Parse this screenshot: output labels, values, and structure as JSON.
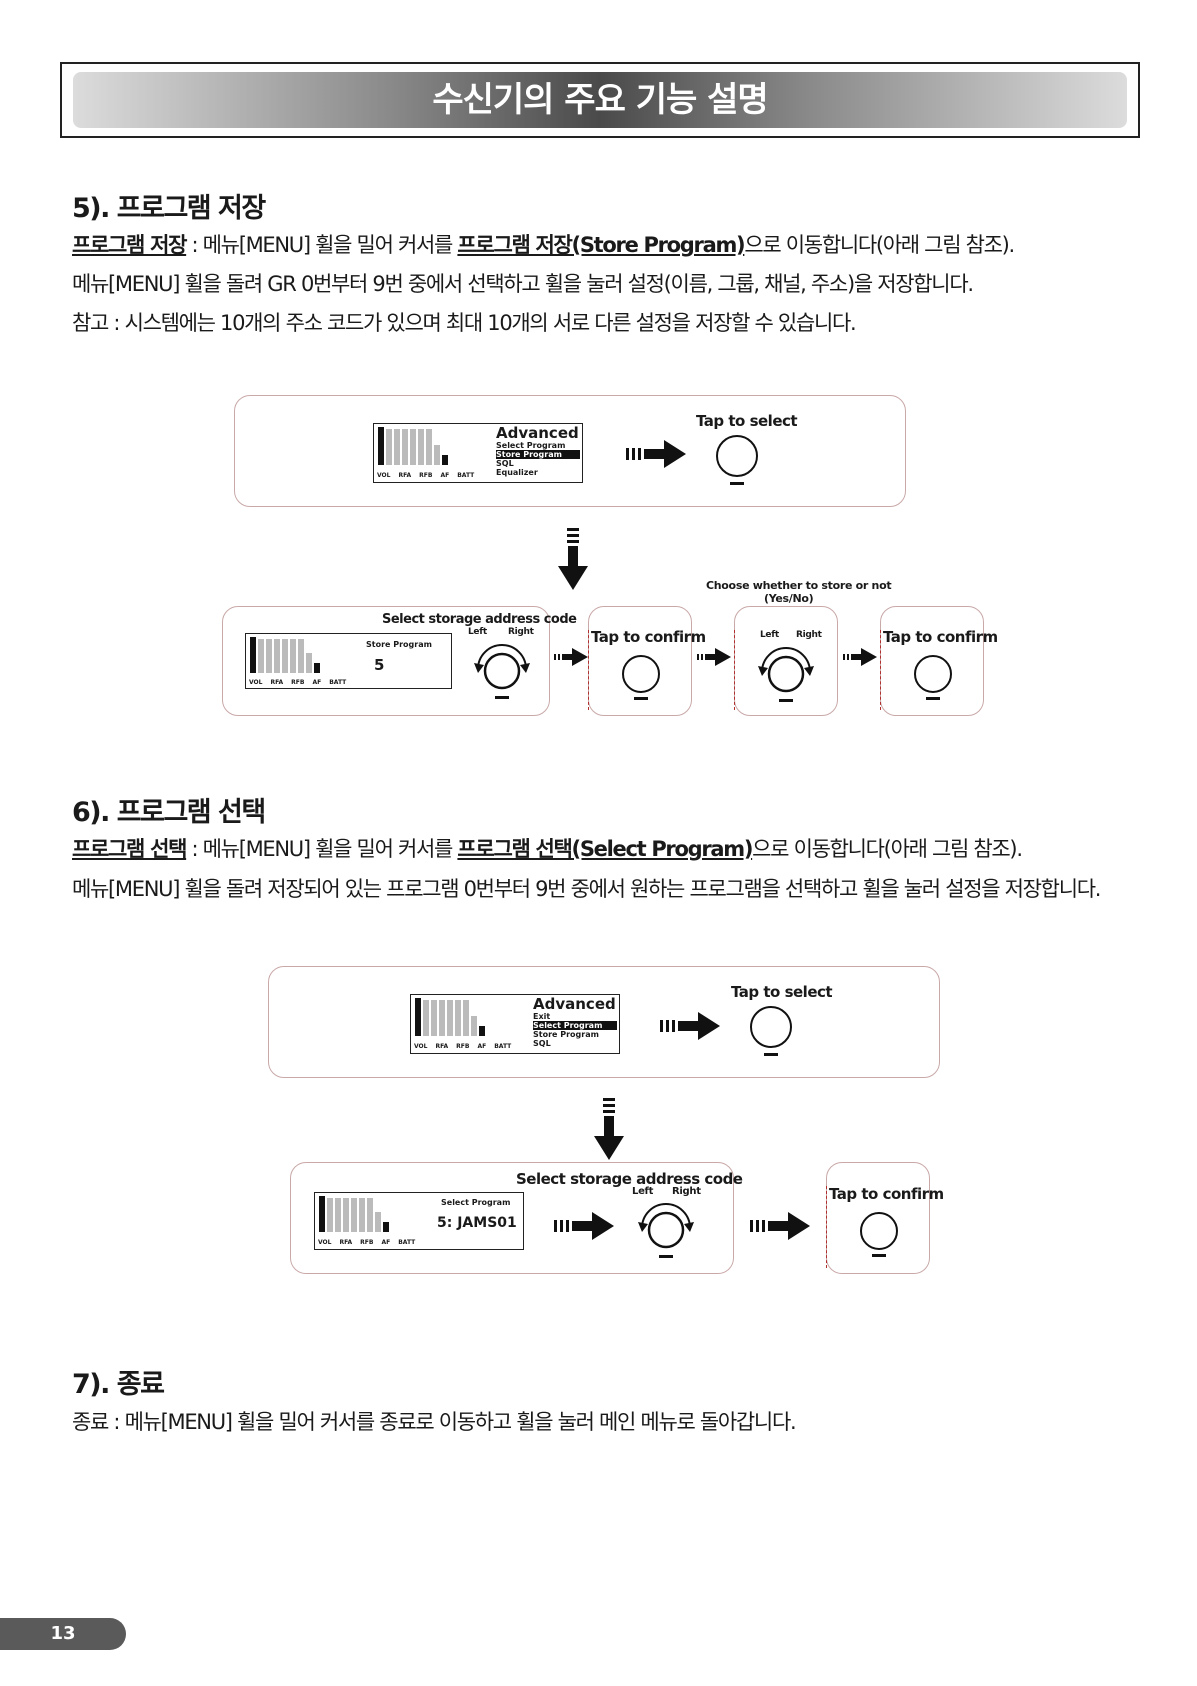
{
  "header": {
    "title": "수신기의 주요 기능 설명"
  },
  "sec5": {
    "title": "5). 프로그램 저장",
    "line1_label": "프로그램 저장",
    "line1_rest": " : 메뉴[MENU] 휠을 밀어 커서를 ",
    "line1_target": "프로그램 저장(Store Program)",
    "line1_end": "으로 이동합니다(아래 그림 참조).",
    "line2": "메뉴[MENU] 휠을 돌려 GR 0번부터 9번 중에서 선택하고 휠을 눌러 설정(이름, 그룹, 채널, 주소)을 저장합니다.",
    "line3": "참고 : 시스템에는 10개의 주소 코드가 있으며 최대 10개의 서로 다른 설정을 저장할 수 있습니다."
  },
  "sec6": {
    "title": "6). 프로그램 선택",
    "line1_label": "프로그램 선택",
    "line1_rest": " : 메뉴[MENU] 휠을 밀어 커서를 ",
    "line1_target": "프로그램 선택(Select Program)",
    "line1_end": "으로 이동합니다(아래 그림 참조).",
    "line2": "메뉴[MENU] 휠을 돌려 저장되어 있는 프로그램 0번부터 9번 중에서 원하는 프로그램을 선택하고 휠을 눌러 설정을 저장합니다."
  },
  "sec7": {
    "title": "7). 종료",
    "line1": "종료 : 메뉴[MENU] 휠을 밀어 커서를 종료로 이동하고 휠을 눌러 메인 메뉴로 돌아갑니다."
  },
  "diagram": {
    "tap_select": "Tap to select",
    "tap_confirm": "Tap to confirm",
    "select_code": "Select storage address code",
    "left": "Left",
    "right": "Right",
    "choose": "Choose whether to store or not",
    "yes_no": "(Yes/No)",
    "menu_title": "Advanced",
    "menu5": [
      "Select Program",
      "Store Program",
      "SQL",
      "Equalizer"
    ],
    "menu6": [
      "Exit",
      "Select Program",
      "Store Program",
      "SQL"
    ],
    "store_program_label": "Store Program",
    "store_value": "5",
    "select_program_label": "Select Program",
    "select_value": "5: JAMS01",
    "lcd_labels": [
      "VOL",
      "RFA",
      "RFB",
      "AF",
      "BATT"
    ]
  },
  "page_number": "13"
}
